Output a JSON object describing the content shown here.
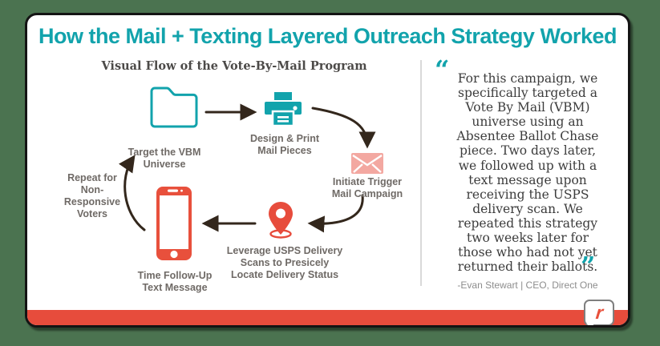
{
  "title": "How the Mail + Texting Layered Outreach Strategy Worked",
  "diagram": {
    "subtitle": "Visual Flow of the Vote-By-Mail Program",
    "steps": [
      {
        "icon": "folder-icon",
        "label": "Target the VBM\nUniverse"
      },
      {
        "icon": "printer-icon",
        "label": "Design & Print\nMail Pieces"
      },
      {
        "icon": "envelope-icon",
        "label": "Initiate Trigger\nMail Campaign"
      },
      {
        "icon": "map-pin-icon",
        "label": "Leverage USPS Delivery\nScans to Presicely\nLocate Delivery Status"
      },
      {
        "icon": "phone-icon",
        "label": "Time Follow-Up\nText Message"
      }
    ],
    "repeat_note": "Repeat for\nNon-\nResponsive\nVoters"
  },
  "quote": {
    "open_mark": "“",
    "close_mark": "”",
    "text": "For this campaign, we\nspecifically targeted a\nVote By Mail (VBM)\nuniverse using an\nAbsentee Ballot Chase\npiece. Two days later,\nwe followed up with a\ntext message upon\nreceiving the USPS\ndelivery scan. We\nrepeated this strategy\ntwo weeks later for\nthose who had not yet\nreturned their ballots.",
    "attribution": "-Evan Stewart | CEO, Direct One"
  },
  "footer": {
    "logo_letter": "r"
  },
  "colors": {
    "background_green": "#4b7350",
    "accent_teal": "#12a3ac",
    "accent_red": "#e74c3c",
    "envelope_salmon": "#f3a8a1",
    "arrow_brown": "#33271c",
    "label_gray": "#6f6a66"
  }
}
